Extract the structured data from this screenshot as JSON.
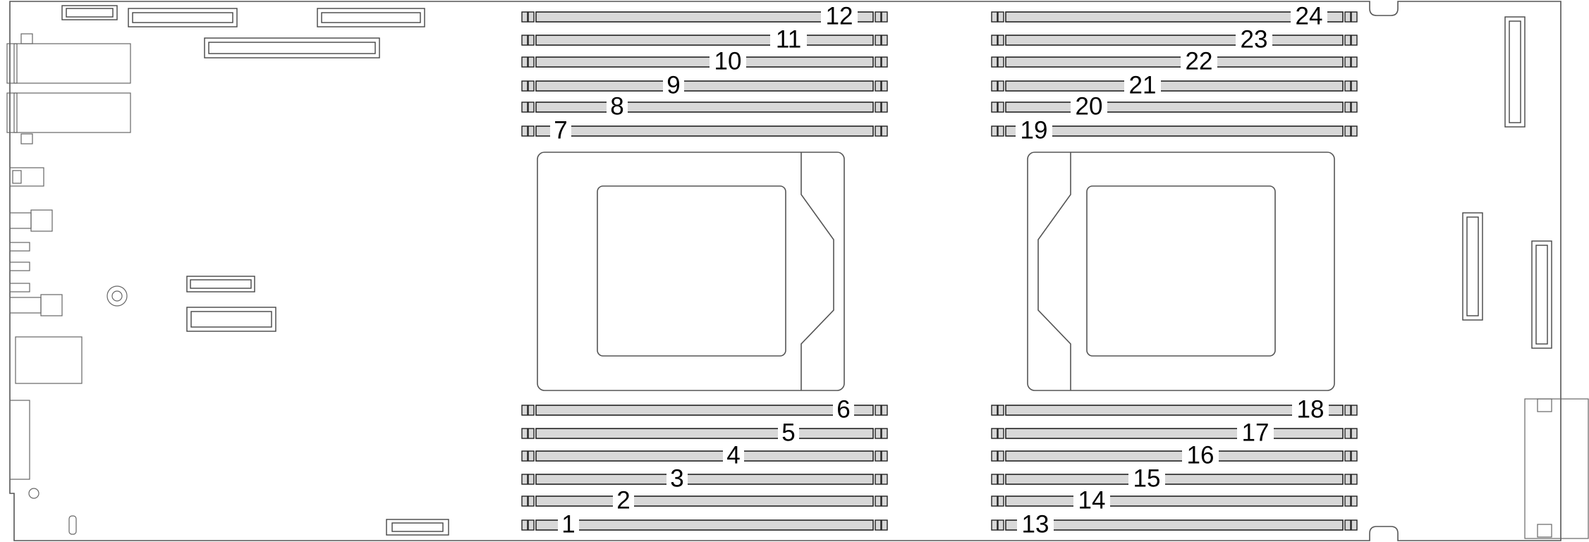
{
  "diagram": {
    "type": "motherboard-dimm-slot-layout",
    "colors": {
      "outline": "#555555",
      "slot_fill": "#d8d8d8",
      "slot_stroke": "#222222",
      "label": "#000000",
      "background": "#ffffff"
    },
    "cpu_left": {
      "name": "processor-socket-1",
      "icon": "processor-socket-icon"
    },
    "cpu_right": {
      "name": "processor-socket-2",
      "icon": "processor-socket-icon"
    },
    "dimm_groups": [
      {
        "name": "cpu1-upper-dimms",
        "labels": [
          "12",
          "11",
          "10",
          "9",
          "8",
          "7"
        ]
      },
      {
        "name": "cpu1-lower-dimms",
        "labels": [
          "6",
          "5",
          "4",
          "3",
          "2",
          "1"
        ]
      },
      {
        "name": "cpu2-upper-dimms",
        "labels": [
          "24",
          "23",
          "22",
          "21",
          "20",
          "19"
        ]
      },
      {
        "name": "cpu2-lower-dimms",
        "labels": [
          "18",
          "17",
          "16",
          "15",
          "14",
          "13"
        ]
      }
    ]
  }
}
